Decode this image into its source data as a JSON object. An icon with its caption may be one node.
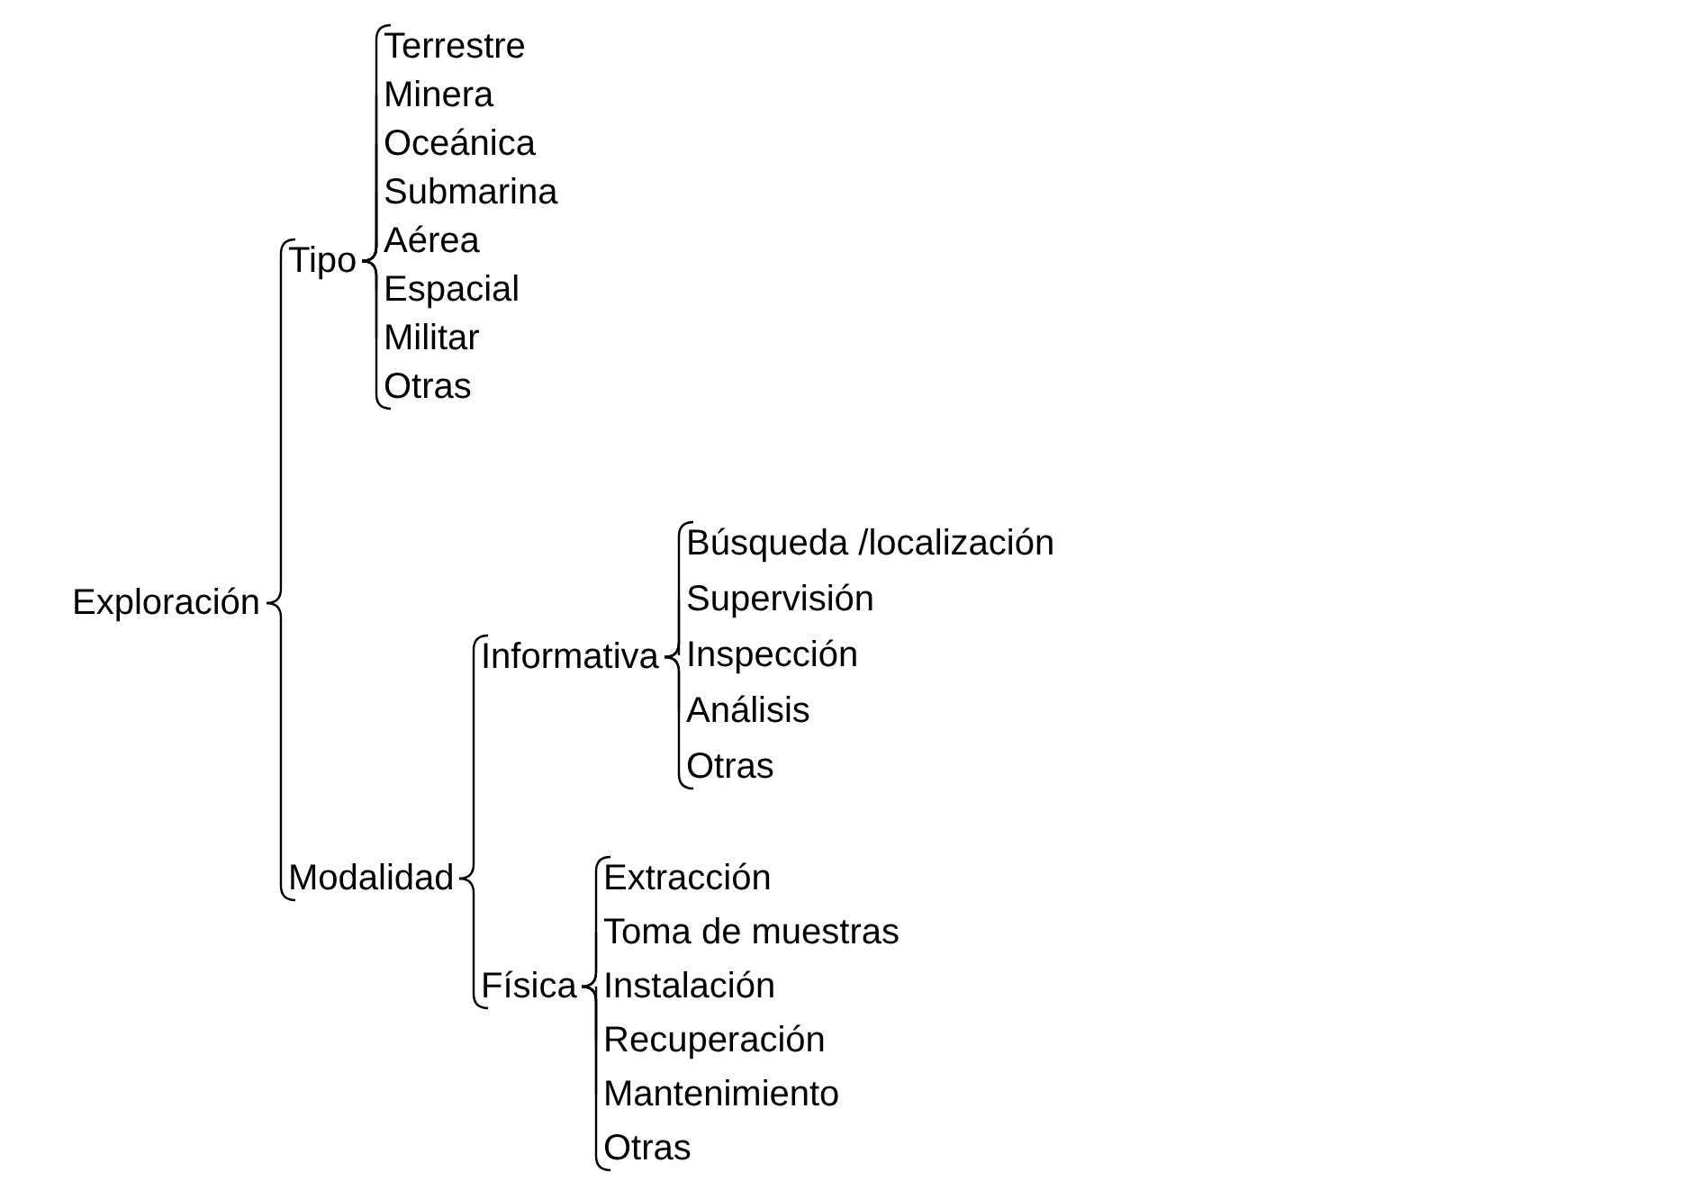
{
  "diagram": {
    "nodes": [
      {
        "text": [
          "Exploración"
        ]
      },
      {
        "text": [
          "Tipo"
        ]
      },
      {
        "text": [
          "Terrestre"
        ]
      },
      {
        "text": [
          "Minera"
        ]
      },
      {
        "text": [
          "Oceánica"
        ]
      },
      {
        "text": [
          "Submarina"
        ]
      },
      {
        "text": [
          "Aérea"
        ]
      },
      {
        "text": [
          "Espacial"
        ]
      },
      {
        "text": [
          "Militar"
        ]
      },
      {
        "text": [
          "Otras"
        ]
      },
      {
        "text": [
          "Modalidad"
        ]
      },
      {
        "text": [
          "Informativa"
        ]
      },
      {
        "text": [
          "Búsqueda /localización"
        ]
      },
      {
        "text": [
          "Supervisión"
        ]
      },
      {
        "text": [
          "Inspección"
        ]
      },
      {
        "text": [
          "Análisis"
        ]
      },
      {
        "text": [
          "Otras"
        ]
      },
      {
        "text": [
          "Física"
        ]
      },
      {
        "text": [
          "Extracción"
        ]
      },
      {
        "text": [
          "Toma de muestras"
        ]
      },
      {
        "text": [
          "Instalación"
        ]
      },
      {
        "text": [
          "Recuperación"
        ]
      },
      {
        "text": [
          "Mantenimiento"
        ]
      },
      {
        "text": [
          "Otras"
        ]
      }
    ],
    "edges": [
      {
        "from": 0,
        "to": 1,
        "arrow": "none"
      },
      {
        "from": 0,
        "to": 10,
        "arrow": "none"
      },
      {
        "from": 1,
        "to": 2,
        "arrow": "none"
      },
      {
        "from": 1,
        "to": 3,
        "arrow": "none"
      },
      {
        "from": 1,
        "to": 4,
        "arrow": "none"
      },
      {
        "from": 1,
        "to": 5,
        "arrow": "none"
      },
      {
        "from": 1,
        "to": 6,
        "arrow": "none"
      },
      {
        "from": 1,
        "to": 7,
        "arrow": "none"
      },
      {
        "from": 1,
        "to": 8,
        "arrow": "none"
      },
      {
        "from": 1,
        "to": 9,
        "arrow": "none"
      },
      {
        "from": 10,
        "to": 11,
        "arrow": "none"
      },
      {
        "from": 10,
        "to": 17,
        "arrow": "none"
      },
      {
        "from": 11,
        "to": 12,
        "arrow": "none"
      },
      {
        "from": 11,
        "to": 13,
        "arrow": "none"
      },
      {
        "from": 11,
        "to": 14,
        "arrow": "none"
      },
      {
        "from": 11,
        "to": 15,
        "arrow": "none"
      },
      {
        "from": 11,
        "to": 16,
        "arrow": "none"
      },
      {
        "from": 17,
        "to": 18,
        "arrow": "none"
      },
      {
        "from": 17,
        "to": 19,
        "arrow": "none"
      },
      {
        "from": 17,
        "to": 20,
        "arrow": "none"
      },
      {
        "from": 17,
        "to": 21,
        "arrow": "none"
      },
      {
        "from": 17,
        "to": 22,
        "arrow": "none"
      },
      {
        "from": 17,
        "to": 23,
        "arrow": "none"
      }
    ]
  }
}
